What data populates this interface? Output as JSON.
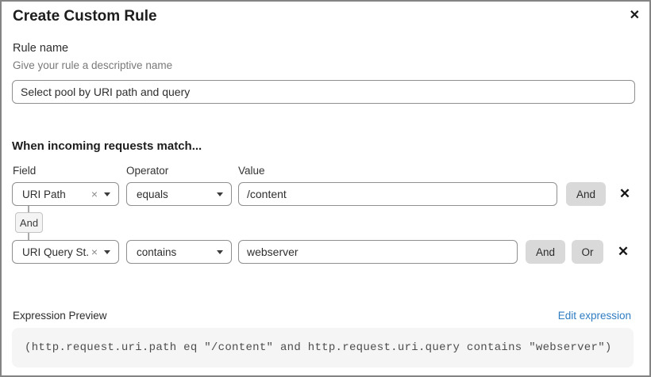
{
  "modal": {
    "title": "Create Custom Rule"
  },
  "icons": {
    "close": "✕",
    "remove": "✕",
    "clear": "×"
  },
  "rule_name": {
    "label": "Rule name",
    "hint": "Give your rule a descriptive name",
    "value": "Select pool by URI path and query"
  },
  "matcher": {
    "heading": "When incoming requests match...",
    "columns": {
      "field": "Field",
      "operator": "Operator",
      "value": "Value"
    },
    "connector_label": "And",
    "rows": [
      {
        "field": "URI Path",
        "operator": "equals",
        "value": "/content",
        "buttons": [
          "And"
        ]
      },
      {
        "field": "URI Query St...",
        "operator": "contains",
        "value": "webserver",
        "buttons": [
          "And",
          "Or"
        ]
      }
    ]
  },
  "expression": {
    "label": "Expression Preview",
    "edit_link": "Edit expression",
    "code": "(http.request.uri.path eq \"/content\" and http.request.uri.query contains \"webserver\")"
  },
  "colors": {
    "accent_link": "#2e7cc1",
    "button_gray": "#d9d9d9",
    "border_gray": "#8f8f8f",
    "code_bg": "#f5f5f5"
  }
}
